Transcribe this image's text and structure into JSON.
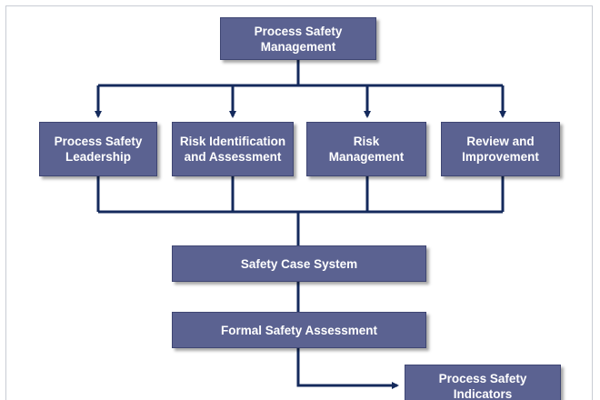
{
  "diagram": {
    "top_node": "Process Safety\nManagement",
    "pillars": [
      "Process Safety\nLeadership",
      "Risk Identification\nand Assessment",
      "Risk\nManagement",
      "Review and\nImprovement"
    ],
    "safety_case": "Safety Case System",
    "formal_assessment": "Formal Safety Assessment",
    "indicators": "Process Safety\nIndicators"
  },
  "colors": {
    "box_fill": "#5b6291",
    "connector": "#142a5c",
    "text": "#ffffff"
  }
}
